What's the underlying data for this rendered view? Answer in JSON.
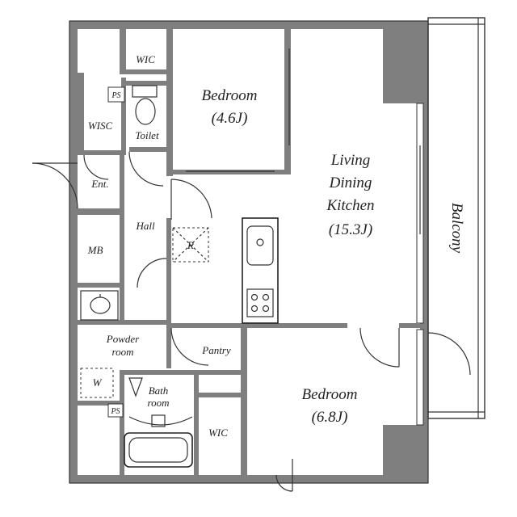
{
  "rooms": {
    "wic_top": "WIC",
    "bedroom_small": {
      "name": "Bedroom",
      "size": "(4.6J)"
    },
    "ldk": {
      "line1": "Living",
      "line2": "Dining",
      "line3": "Kitchen",
      "size": "(15.3J)"
    },
    "balcony": "Balcony",
    "wisc": "WISC",
    "ps_top": "PS",
    "toilet": "Toilet",
    "entrance": "Ent.",
    "hall": "Hall",
    "mb": "MB",
    "refrigerator": "R",
    "powder": {
      "line1": "Powder",
      "line2": "room"
    },
    "pantry": "Pantry",
    "washer": "W",
    "bath": {
      "line1": "Bath",
      "line2": "room"
    },
    "ps_bottom": "PS",
    "wic_bottom": "WIC",
    "bedroom_large": {
      "name": "Bedroom",
      "size": "(6.8J)"
    }
  },
  "colors": {
    "wall": "#7f7f7f",
    "line": "#222222",
    "background": "#ffffff"
  }
}
